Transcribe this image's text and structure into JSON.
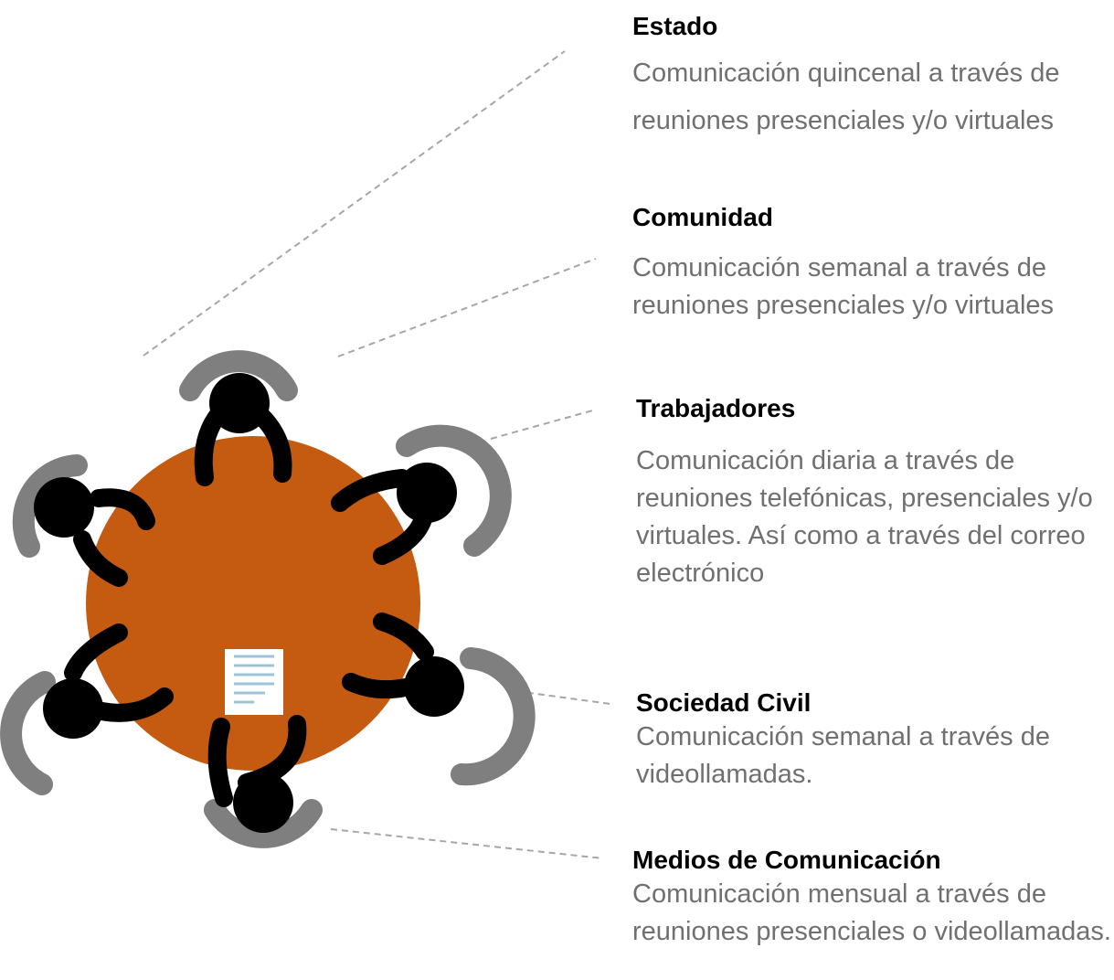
{
  "colors": {
    "table": "#C55A11",
    "person_head": "#000000",
    "chair": "#7F7F7F",
    "connector": "#A6A6A6",
    "document": "#FFFFFF",
    "document_lines": "#9DC3D9",
    "body_text": "#707070",
    "title_text": "#000000"
  },
  "illustration": {
    "icon_names": [
      "table-icon",
      "person-icon",
      "chair-icon",
      "document-icon"
    ],
    "people_count": 6
  },
  "stakeholders": [
    {
      "title": "Estado",
      "description": "Comunicación quincenal a través de reuniones presenciales y/o virtuales"
    },
    {
      "title": "Comunidad",
      "description": "Comunicación semanal a través de reuniones presenciales y/o virtuales"
    },
    {
      "title": "Trabajadores",
      "description": "Comunicación diaria a través de reuniones telefónicas, presenciales y/o virtuales. Así como a través del correo electrónico"
    },
    {
      "title": "Sociedad Civil",
      "description": "Comunicación semanal a través de videollamadas."
    },
    {
      "title": "Medios de Comunicación",
      "description": "Comunicación mensual a través de reuniones presenciales o videollamadas."
    }
  ]
}
